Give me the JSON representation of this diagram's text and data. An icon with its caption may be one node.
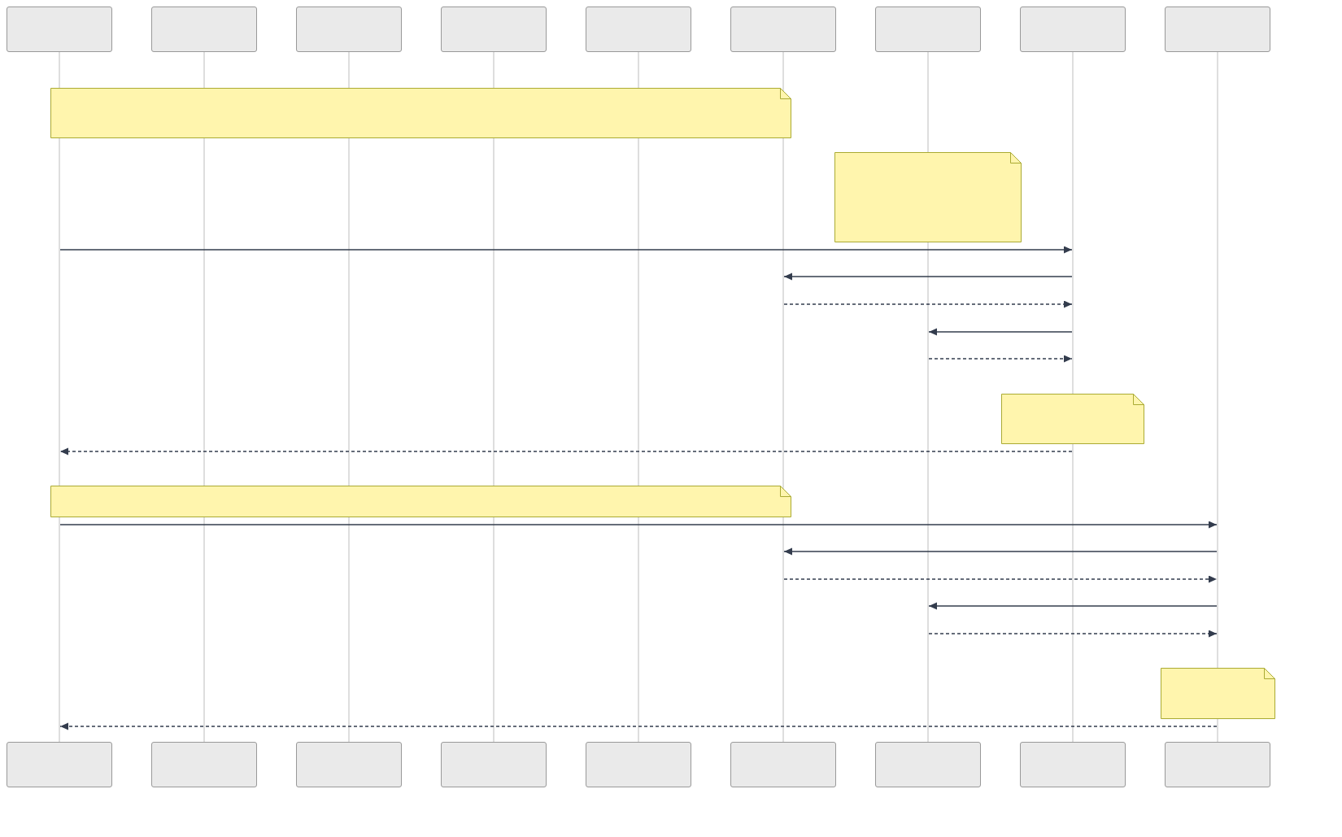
{
  "diagram": {
    "nodes": [
      {
        "text": [],
        "shape": "box"
      },
      {
        "text": [],
        "shape": "box"
      },
      {
        "text": [],
        "shape": "box"
      },
      {
        "text": [],
        "shape": "box"
      },
      {
        "text": [],
        "shape": "box"
      },
      {
        "text": [],
        "shape": "box"
      },
      {
        "text": [],
        "shape": "box"
      },
      {
        "text": [],
        "shape": "box"
      },
      {
        "text": [],
        "shape": "box"
      },
      {
        "text": [],
        "shape": "line"
      },
      {
        "text": [],
        "shape": "line"
      },
      {
        "text": [],
        "shape": "line"
      },
      {
        "text": [],
        "shape": "line"
      },
      {
        "text": [],
        "shape": "line"
      },
      {
        "text": [],
        "shape": "line"
      },
      {
        "text": [],
        "shape": "line"
      },
      {
        "text": [],
        "shape": "line"
      },
      {
        "text": [],
        "shape": "line"
      },
      {
        "text": [],
        "shape": "note"
      },
      {
        "text": [],
        "shape": "note"
      },
      {
        "text": [],
        "shape": "note"
      },
      {
        "text": [],
        "shape": "note"
      },
      {
        "text": [],
        "shape": "note"
      },
      {
        "text": [],
        "shape": "box"
      },
      {
        "text": [],
        "shape": "box"
      },
      {
        "text": [],
        "shape": "box"
      },
      {
        "text": [],
        "shape": "box"
      },
      {
        "text": [],
        "shape": "box"
      },
      {
        "text": [],
        "shape": "box"
      },
      {
        "text": [],
        "shape": "box"
      },
      {
        "text": [],
        "shape": "box"
      },
      {
        "text": [],
        "shape": "box"
      }
    ],
    "edges": [
      {
        "from": 9,
        "to": 16,
        "arrow": "to"
      },
      {
        "from": 16,
        "to": 14,
        "arrow": "to"
      },
      {
        "from": 14,
        "to": 16,
        "arrow": "to",
        "style": "dashed"
      },
      {
        "from": 16,
        "to": 15,
        "arrow": "to"
      },
      {
        "from": 15,
        "to": 16,
        "arrow": "to",
        "style": "dashed"
      },
      {
        "from": 16,
        "to": 9,
        "arrow": "to",
        "style": "dashed"
      },
      {
        "from": 9,
        "to": 17,
        "arrow": "to"
      },
      {
        "from": 17,
        "to": 14,
        "arrow": "to"
      },
      {
        "from": 14,
        "to": 17,
        "arrow": "to",
        "style": "dashed"
      },
      {
        "from": 17,
        "to": 15,
        "arrow": "to"
      },
      {
        "from": 15,
        "to": 17,
        "arrow": "to",
        "style": "dashed"
      },
      {
        "from": 17,
        "to": 9,
        "arrow": "to",
        "style": "dashed"
      }
    ]
  }
}
